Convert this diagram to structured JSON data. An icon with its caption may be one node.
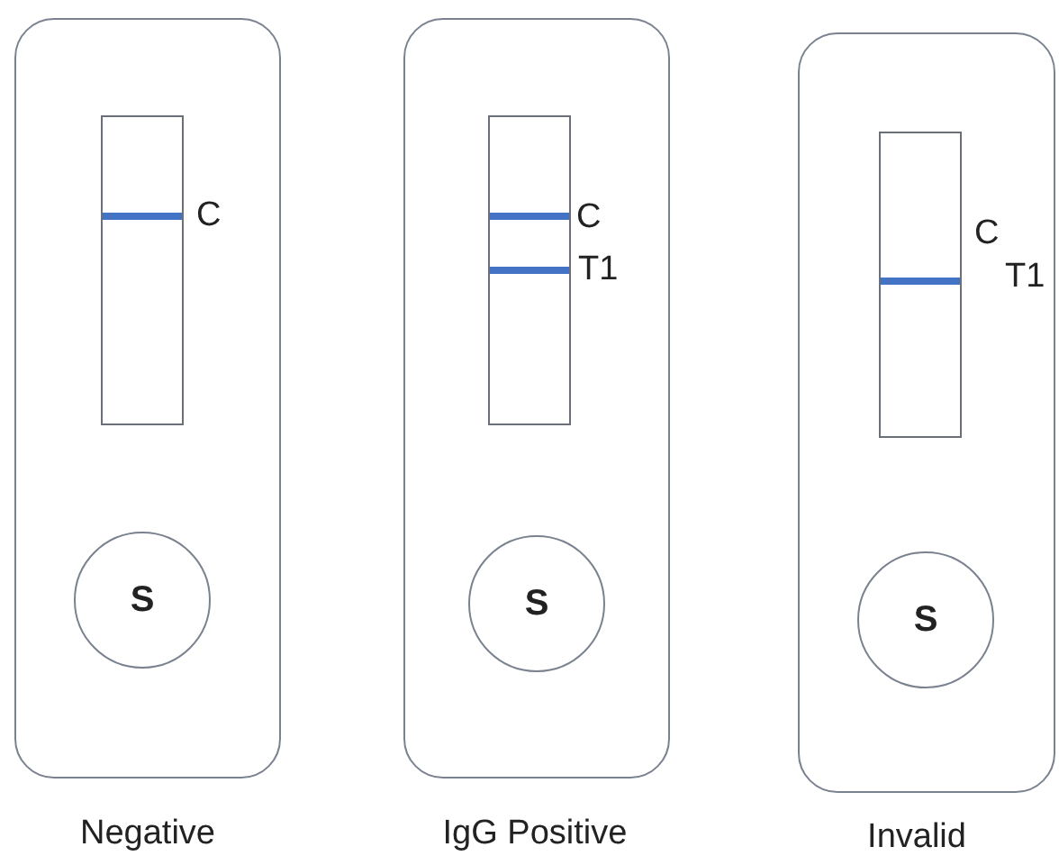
{
  "diagram": {
    "nodes": [
      {
        "text": [],
        "shape": "box",
        "beside": [
          "Negative"
        ]
      },
      {
        "text": [],
        "shape": "box",
        "in": 0,
        "beside": [
          "C"
        ]
      },
      {
        "text": [
          "S"
        ],
        "in": 0
      },
      {
        "text": [],
        "shape": "box",
        "beside": [
          "IgG Positive"
        ]
      },
      {
        "text": [],
        "shape": "box",
        "in": 3,
        "beside": [
          "C",
          "T1"
        ]
      },
      {
        "text": [
          "S"
        ],
        "in": 3
      },
      {
        "text": [],
        "shape": "box",
        "beside": [
          "Invalid"
        ]
      },
      {
        "text": [],
        "shape": "box",
        "in": 6,
        "beside": [
          "C",
          "T1"
        ]
      },
      {
        "text": [
          "S"
        ],
        "in": 6
      }
    ]
  }
}
